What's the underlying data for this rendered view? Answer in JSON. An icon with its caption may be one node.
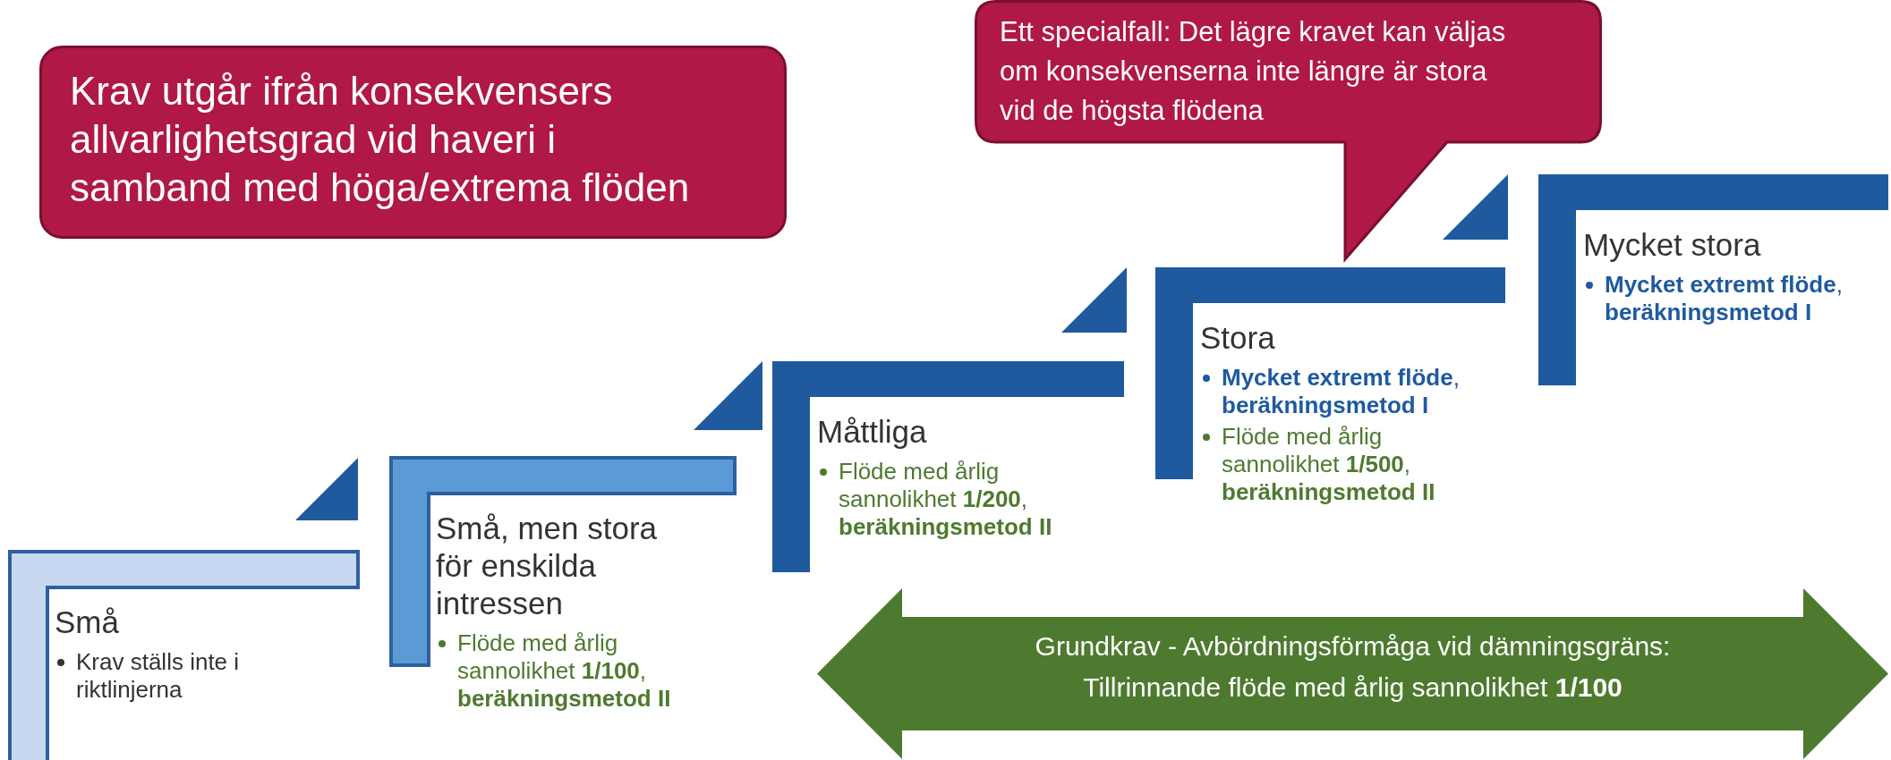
{
  "diagram": {
    "nodes": [
      {
        "text": [
          "Krav utgår ifrån konsekvensers allvarlighetsgrad vid haveri i samband med höga/extrema flöden"
        ]
      },
      {
        "text": [
          "Ett specialfall: Det lägre kravet kan väljas om konsekvenserna inte längre är stora vid de högsta flödena"
        ]
      },
      {
        "text": [
          "Små",
          "Krav ställs inte i riktlinjerna"
        ]
      },
      {
        "text": [
          "Små, men stora för enskilda intressen",
          "Flöde med årlig sannolikhet **1/100**, **beräkningsmetod II**"
        ]
      },
      {
        "text": [
          "Måttliga",
          "Flöde med årlig sannolikhet **1/200**, **beräkningsmetod II**"
        ]
      },
      {
        "text": [
          "Stora",
          "**Mycket extremt flöde**, **beräkningsmetod I**",
          "Flöde med årlig sannolikhet **1/500**, **beräkningsmetod II**"
        ]
      },
      {
        "text": [
          "Mycket stora",
          "**Mycket extremt flöde**, **beräkningsmetod I**"
        ]
      },
      {
        "text": [
          "Grundkrav - Avbördningsförmåga vid dämningsgräns:",
          "Tillrinnande flöde med årlig sannolikhet **1/100**"
        ]
      },
      {
        "text": [],
        "shape": "triangle"
      },
      {
        "text": [],
        "shape": "triangle"
      },
      {
        "text": [],
        "shape": "triangle"
      },
      {
        "text": [],
        "shape": "triangle"
      }
    ]
  }
}
